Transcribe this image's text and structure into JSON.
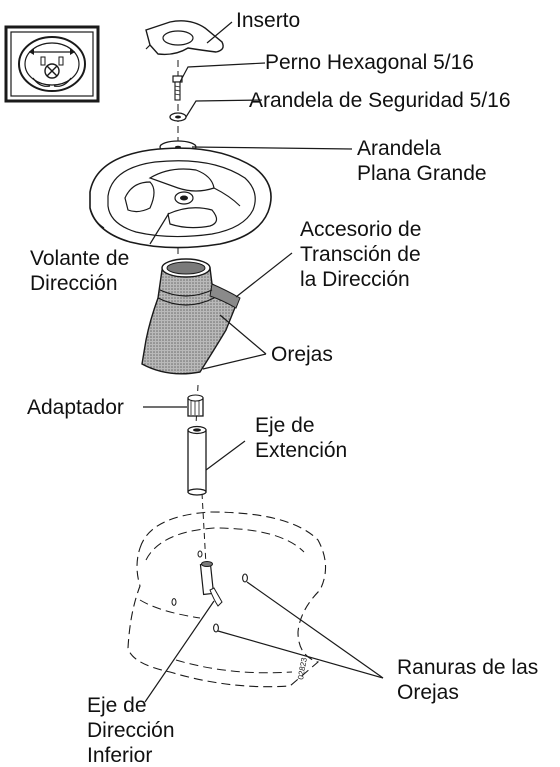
{
  "labels": {
    "inserto": "Inserto",
    "perno": "Perno Hexagonal 5/16",
    "arandela_seguridad": "Arandela de Seguridad 5/16",
    "arandela_plana": [
      "Arandela",
      "Plana Grande"
    ],
    "volante": [
      "Volante de",
      "Dirección"
    ],
    "accesorio": [
      "Accesorio de",
      "Transción de",
      "la Dirección"
    ],
    "orejas": "Orejas",
    "adaptador": "Adaptador",
    "eje_extension": [
      "Eje de",
      "Extención"
    ],
    "ranuras": [
      "Ranuras de las",
      "Orejas"
    ],
    "eje_inferior": [
      "Eje de",
      "Dirección",
      "Inferior"
    ]
  },
  "part_number": "02823",
  "colors": {
    "line": "#1a1a1a",
    "shade": "#9a9a9a",
    "shade_dark": "#6f6f6f",
    "background": "#ffffff"
  }
}
